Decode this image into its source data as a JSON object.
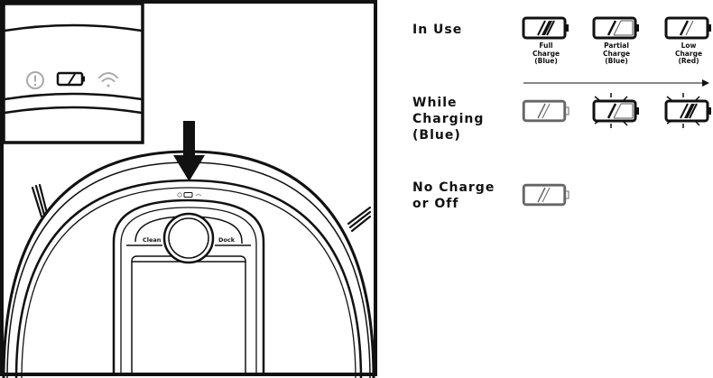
{
  "rows": [
    {
      "id": "in-use",
      "label_lines": [
        "In Use"
      ]
    },
    {
      "id": "charging",
      "label_lines": [
        "While",
        "Charging",
        "(Blue)"
      ]
    },
    {
      "id": "no-charge",
      "label_lines": [
        "No Charge",
        "or Off"
      ]
    }
  ],
  "in_use_states": [
    {
      "fill": "full",
      "caption_lines": [
        "Full",
        "Charge",
        "(Blue)"
      ]
    },
    {
      "fill": "partial",
      "caption_lines": [
        "Partial",
        "Charge",
        "(Blue)"
      ]
    },
    {
      "fill": "low",
      "caption_lines": [
        "Low",
        "Charge",
        "(Red)"
      ]
    }
  ],
  "charging_sequence": [
    "empty",
    "partial-blinking",
    "full-blinking"
  ],
  "robot": {
    "left_button": "Clean",
    "right_button": "Dock"
  },
  "colors": {
    "ink": "#111111",
    "outline": "#555555",
    "status_grey": "#aaaaaa"
  }
}
